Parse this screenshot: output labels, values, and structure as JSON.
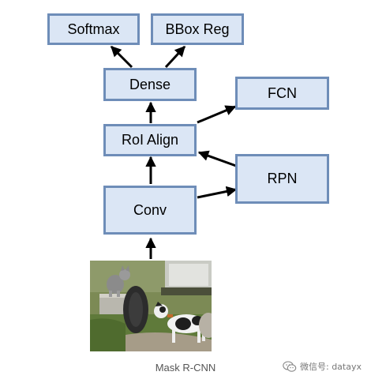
{
  "diagram": {
    "nodes": {
      "softmax": "Softmax",
      "bbox_reg": "BBox Reg",
      "dense": "Dense",
      "fcn": "FCN",
      "roi_align": "RoI Align",
      "rpn": "RPN",
      "conv": "Conv"
    },
    "edges": [
      [
        "image",
        "conv"
      ],
      [
        "conv",
        "roi_align"
      ],
      [
        "conv",
        "rpn"
      ],
      [
        "rpn",
        "roi_align"
      ],
      [
        "roi_align",
        "dense"
      ],
      [
        "roi_align",
        "fcn"
      ],
      [
        "dense",
        "softmax"
      ],
      [
        "dense",
        "bbox_reg"
      ]
    ]
  },
  "caption": "Mask R-CNN",
  "watermark": "微信号: datayx",
  "colors": {
    "box_fill": "#dbe6f5",
    "box_border": "#6e8db8",
    "arrow": "#000000"
  }
}
